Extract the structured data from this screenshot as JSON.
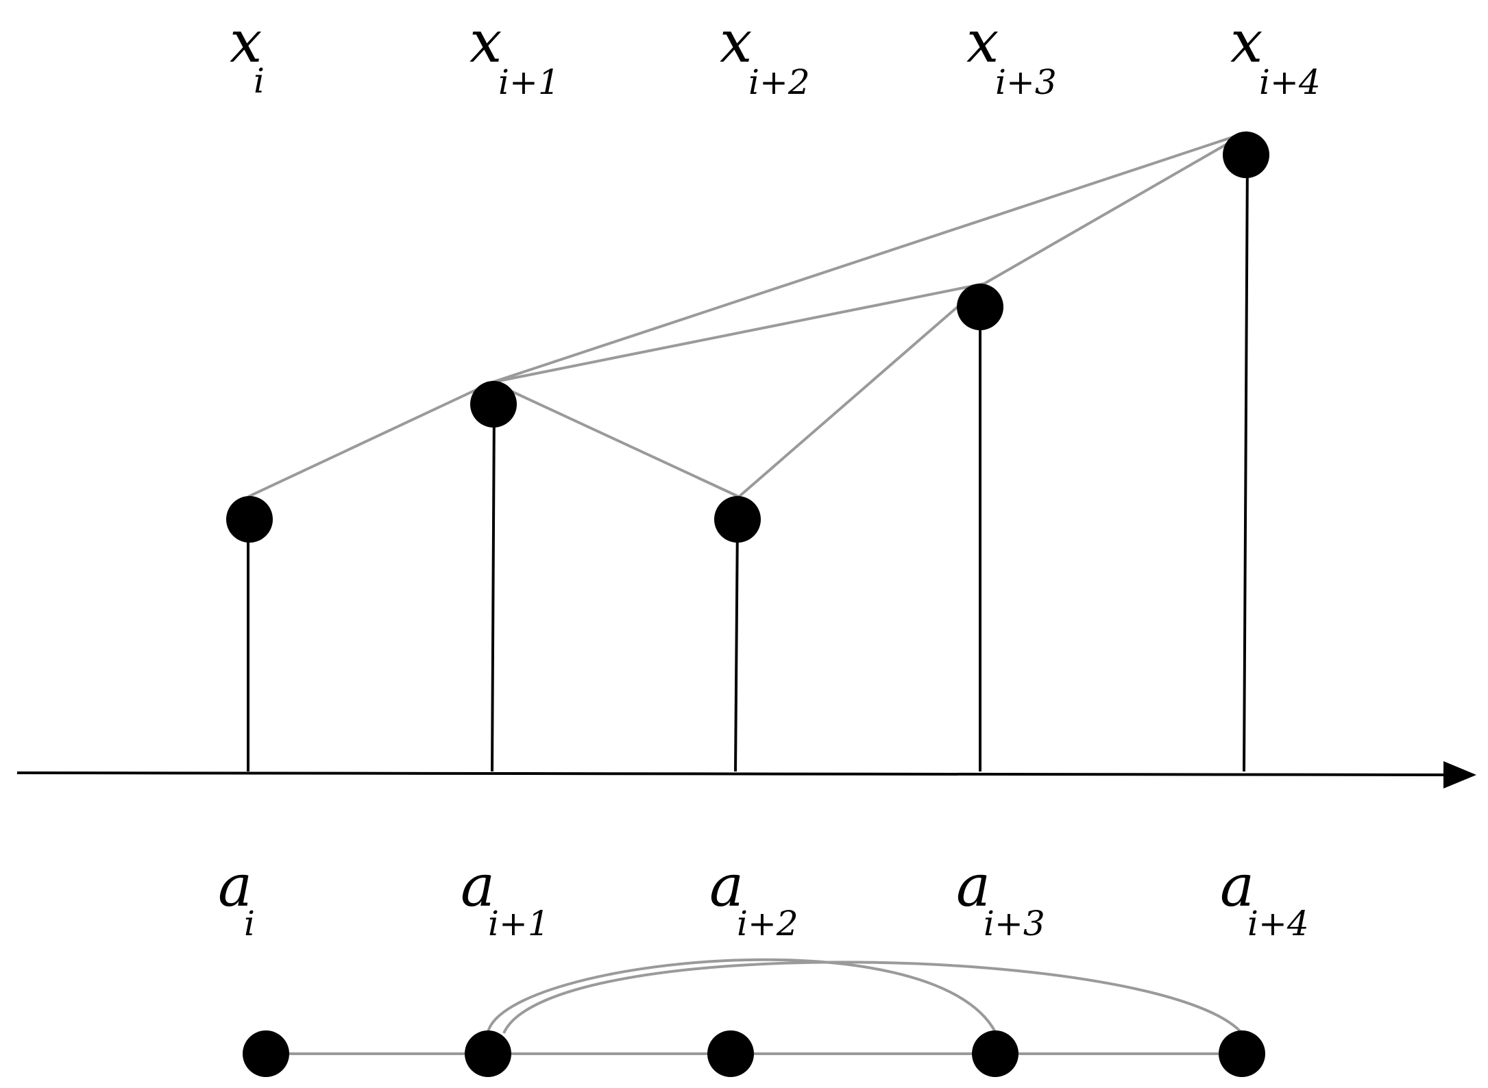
{
  "diagram": {
    "colors": {
      "ink": "#000000",
      "edge": "#9a9a9a",
      "background": "#ffffff"
    },
    "x_labels": [
      {
        "main": "x",
        "sub": "i"
      },
      {
        "main": "x",
        "sub": "i+1"
      },
      {
        "main": "x",
        "sub": "i+2"
      },
      {
        "main": "x",
        "sub": "i+3"
      },
      {
        "main": "x",
        "sub": "i+4"
      }
    ],
    "a_labels": [
      {
        "main": "a",
        "sub": "i"
      },
      {
        "main": "a",
        "sub": "i+1"
      },
      {
        "main": "a",
        "sub": "i+2"
      },
      {
        "main": "a",
        "sub": "i+3"
      },
      {
        "main": "a",
        "sub": "i+4"
      }
    ],
    "nodes": [
      "i",
      "i+1",
      "i+2",
      "i+3",
      "i+4"
    ],
    "links": [
      {
        "from": 0,
        "to": 1
      },
      {
        "from": 1,
        "to": 2
      },
      {
        "from": 2,
        "to": 3
      },
      {
        "from": 3,
        "to": 4
      },
      {
        "from": 1,
        "to": 3
      },
      {
        "from": 1,
        "to": 4
      }
    ],
    "tree_heights": [
      1,
      3,
      1,
      4,
      6
    ]
  }
}
